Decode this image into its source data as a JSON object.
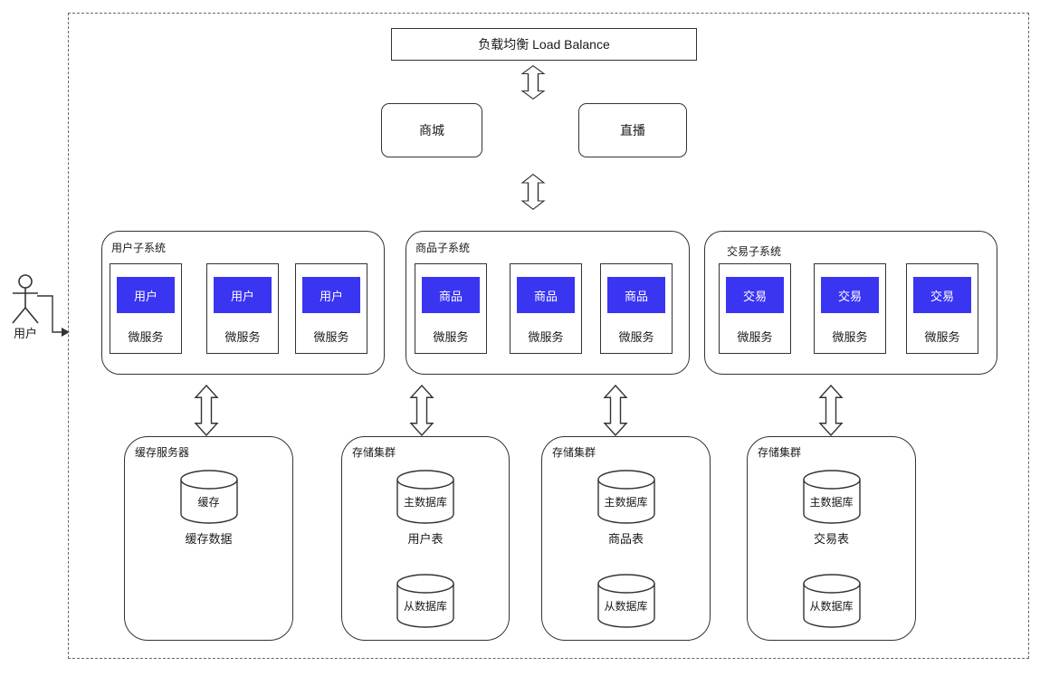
{
  "colors": {
    "service_fill": "#3a35f1",
    "service_text": "#ffffff",
    "line": "#333333"
  },
  "icons": {
    "actor": "stick-figure",
    "database": "cylinder",
    "connector": "double-headed-vertical-arrow",
    "entry": "solid-right-arrow"
  },
  "actor": {
    "label": "用户"
  },
  "load_balancer": {
    "label": "负载均衡 Load Balance"
  },
  "apps": [
    {
      "label": "商城"
    },
    {
      "label": "直播"
    }
  ],
  "subsystems": [
    {
      "label": "用户子系统",
      "services": [
        {
          "name": "用户",
          "caption": "微服务"
        },
        {
          "name": "用户",
          "caption": "微服务"
        },
        {
          "name": "用户",
          "caption": "微服务"
        }
      ]
    },
    {
      "label": "商品子系统",
      "services": [
        {
          "name": "商品",
          "caption": "微服务"
        },
        {
          "name": "商品",
          "caption": "微服务"
        },
        {
          "name": "商品",
          "caption": "微服务"
        }
      ]
    },
    {
      "label": "交易子系统",
      "services": [
        {
          "name": "交易",
          "caption": "微服务"
        },
        {
          "name": "交易",
          "caption": "微服务"
        },
        {
          "name": "交易",
          "caption": "微服务"
        }
      ]
    }
  ],
  "storage": [
    {
      "label": "缓存服务器",
      "caption": "缓存数据",
      "cylinders": [
        {
          "name": "缓存"
        }
      ]
    },
    {
      "label": "存储集群",
      "caption": "用户表",
      "cylinders": [
        {
          "name": "主数据库"
        },
        {
          "name": "从数据库"
        }
      ]
    },
    {
      "label": "存储集群",
      "caption": "商品表",
      "cylinders": [
        {
          "name": "主数据库"
        },
        {
          "name": "从数据库"
        }
      ]
    },
    {
      "label": "存储集群",
      "caption": "交易表",
      "cylinders": [
        {
          "name": "主数据库"
        },
        {
          "name": "从数据库"
        }
      ]
    }
  ]
}
